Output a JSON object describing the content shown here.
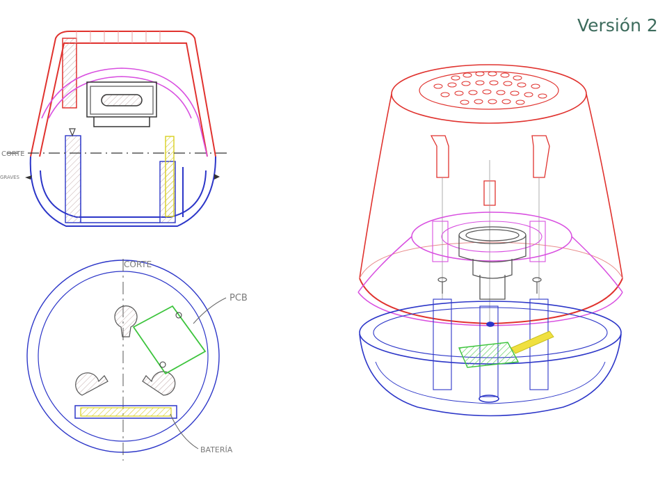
{
  "title": "Versión 2",
  "section_view": {
    "cut_label": "CORTE",
    "bass_label": "GRAVES"
  },
  "top_view": {
    "cut_label": "CORTE",
    "pcb_label": "PCB",
    "battery_label": "BATERÍA"
  },
  "colors": {
    "title": "#3c6b5c",
    "top_shell": "#e0322e",
    "middle_shell": "#d84ee0",
    "base": "#2c36c8",
    "pcb": "#3cc43c",
    "battery": "#e8e020",
    "hatch": "#b89a9a"
  }
}
